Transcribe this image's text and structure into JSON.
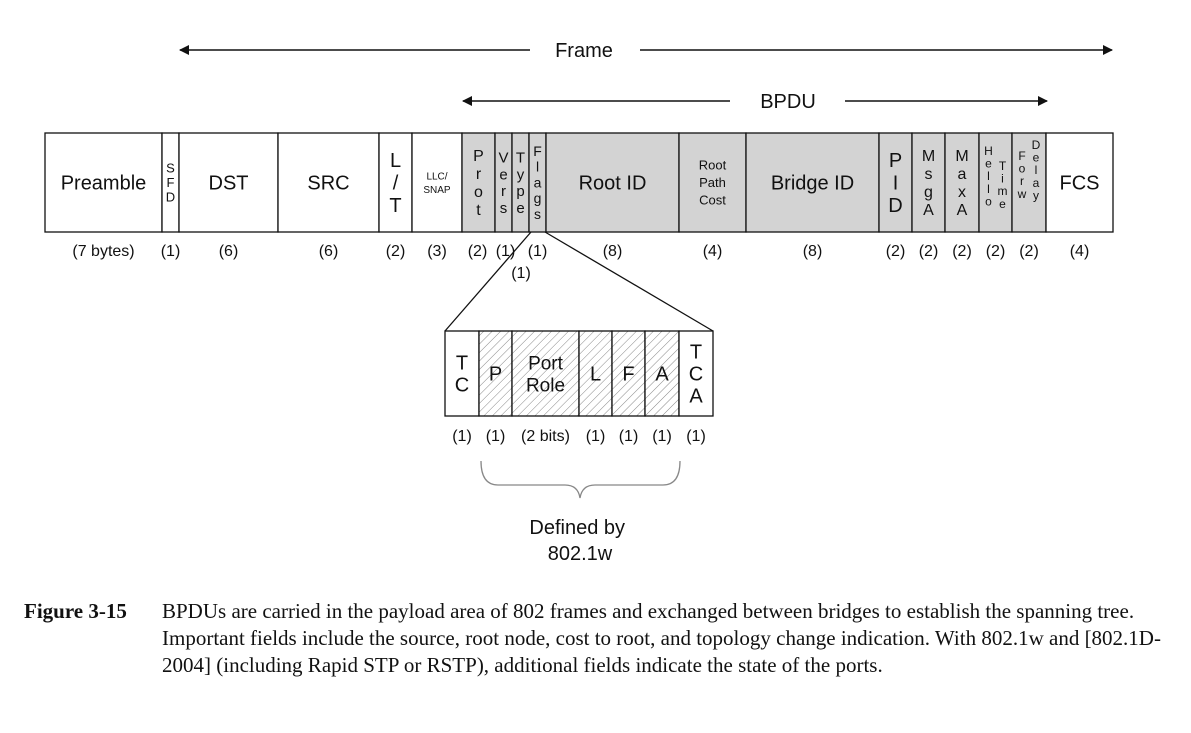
{
  "frame_label": "Frame",
  "bpdu_label": "BPDU",
  "fields": [
    {
      "id": "preamble",
      "label": "Preamble",
      "size": "(7 bytes)",
      "shaded": false
    },
    {
      "id": "sfd",
      "label": "SFD",
      "size": "(1)",
      "shaded": false
    },
    {
      "id": "dst",
      "label": "DST",
      "size": "(6)",
      "shaded": false
    },
    {
      "id": "src",
      "label": "SRC",
      "size": "(6)",
      "shaded": false
    },
    {
      "id": "lt",
      "label": "L/T",
      "size": "(2)",
      "shaded": false
    },
    {
      "id": "llc-snap",
      "label": "LLC/SNAP",
      "size": "(3)",
      "shaded": false
    },
    {
      "id": "prot",
      "label": "Prot",
      "size": "(2)",
      "shaded": true
    },
    {
      "id": "vers",
      "label": "Vers",
      "size": "(1)",
      "shaded": true
    },
    {
      "id": "type",
      "label": "Type",
      "size": "(1)",
      "shaded": true
    },
    {
      "id": "flags",
      "label": "Flags",
      "size": "(1)",
      "shaded": true
    },
    {
      "id": "root-id",
      "label": "Root ID",
      "size": "(8)",
      "shaded": true
    },
    {
      "id": "root-path-cost",
      "label": "Root Path Cost",
      "size": "(4)",
      "shaded": true
    },
    {
      "id": "bridge-id",
      "label": "Bridge ID",
      "size": "(8)",
      "shaded": true
    },
    {
      "id": "pid",
      "label": "PID",
      "size": "(2)",
      "shaded": true
    },
    {
      "id": "msga",
      "label": "MsgA",
      "size": "(2)",
      "shaded": true
    },
    {
      "id": "maxa",
      "label": "MaxA",
      "size": "(2)",
      "shaded": true
    },
    {
      "id": "hello-time",
      "label": "Hello Time",
      "size": "(2)",
      "shaded": true
    },
    {
      "id": "forw-delay",
      "label": "Forw Delay",
      "size": "(2)",
      "shaded": true
    },
    {
      "id": "fcs",
      "label": "FCS",
      "size": "(4)",
      "shaded": false
    }
  ],
  "flag_bits": [
    {
      "id": "tc",
      "label": "TC",
      "size": "(1)",
      "hatched": false
    },
    {
      "id": "p",
      "label": "P",
      "size": "(1)",
      "hatched": true
    },
    {
      "id": "port-role",
      "label": "Port Role",
      "size": "(2 bits)",
      "hatched": true
    },
    {
      "id": "l",
      "label": "L",
      "size": "(1)",
      "hatched": true
    },
    {
      "id": "f",
      "label": "F",
      "size": "(1)",
      "hatched": true
    },
    {
      "id": "a",
      "label": "A",
      "size": "(1)",
      "hatched": true
    },
    {
      "id": "tca",
      "label": "TCA",
      "size": "(1)",
      "hatched": false
    }
  ],
  "brace_label": "Defined by 802.1w",
  "caption": {
    "label": "Figure 3-15",
    "text": "BPDUs are carried in the payload area of 802 frames and exchanged between bridges to establish the spanning tree. Important fields include the source, root node, cost to root, and topology change indication. With 802.1w and [802.1D-2004] (including Rapid STP or RSTP), additional fields indicate the state of the ports."
  }
}
